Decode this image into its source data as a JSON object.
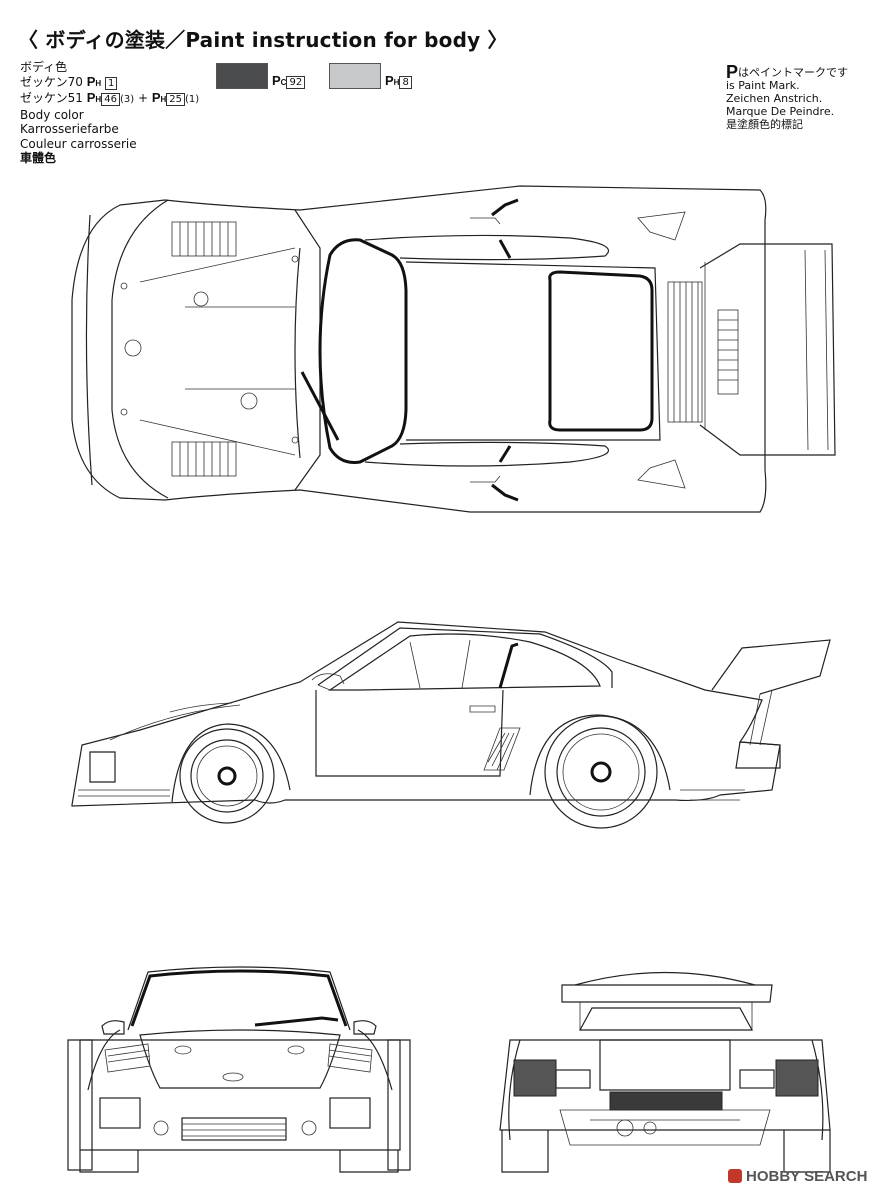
{
  "title": "〈 ボディの塗装／Paint instruction for body 〉",
  "legend": {
    "line1": "ボディ色",
    "line2_prefix": "ゼッケン70",
    "line2_code": "1",
    "line3_prefix": "ゼッケン51",
    "line3_code_a": "46",
    "line3_qty_a": "(3)",
    "line3_plus": "+",
    "line3_code_b": "25",
    "line3_qty_b": "(1)",
    "en": "Body color",
    "de": "Karrosseriefarbe",
    "fr": "Couleur carrosserie",
    "zh": "車體色",
    "p_mark": "P",
    "h_sub": "H",
    "c_sub": "C"
  },
  "swatches": [
    {
      "color": "#4a4b4d",
      "series": "C",
      "code": "92"
    },
    {
      "color": "#c7c8ca",
      "series": "H",
      "code": "8"
    }
  ],
  "paint_mark_note": {
    "symbol": "P",
    "ja": "はペイントマークです",
    "en": "is Paint Mark.",
    "de": "Zeichen Anstrich.",
    "fr": "Marque De Peindre.",
    "zh": "是塗顏色的標記"
  },
  "watermark": "HOBBY SEARCH"
}
